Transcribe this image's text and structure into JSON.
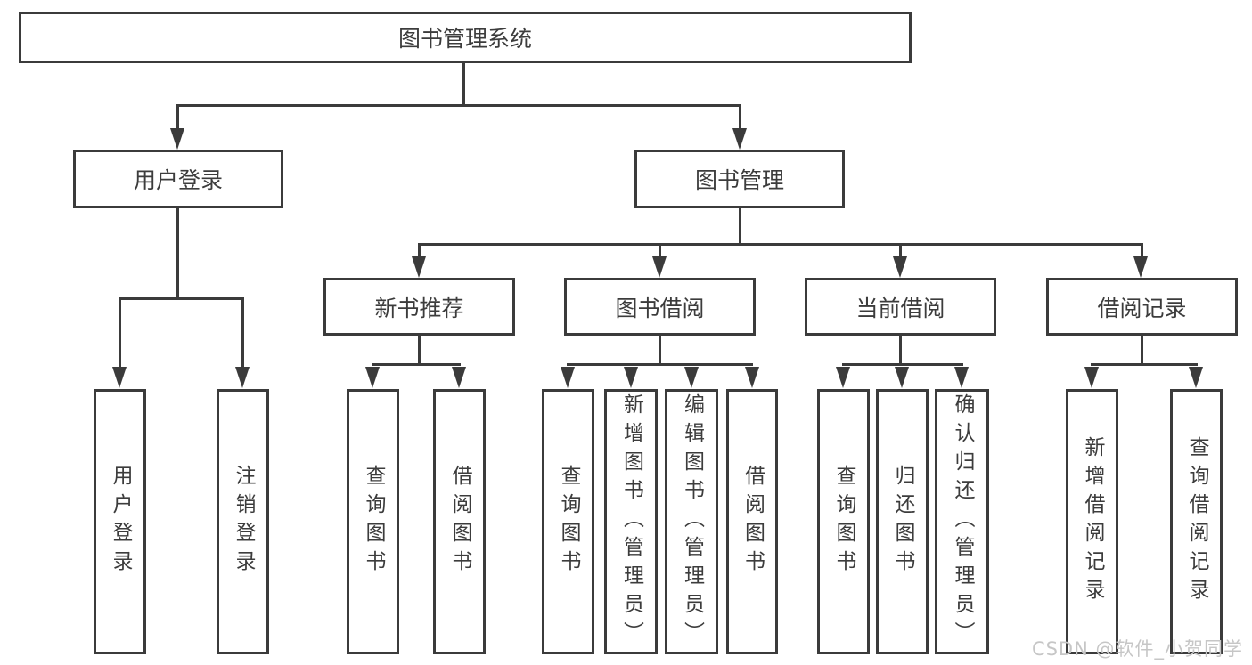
{
  "tree": {
    "root": "图书管理系统",
    "l2": {
      "user_login": "用户登录",
      "book_mgmt": "图书管理"
    },
    "l3": {
      "new_books": "新书推荐",
      "book_borrow": "图书借阅",
      "current_borrow": "当前借阅",
      "borrow_records": "借阅记录"
    },
    "leaves": {
      "login": "用户登录",
      "logout": "注销登录",
      "nb_query": "查询图书",
      "nb_borrow": "借阅图书",
      "bb_query": "查询图书",
      "bb_add": "新增图书（管理员）",
      "bb_edit": "编辑图书（管理员）",
      "bb_borrow": "借阅图书",
      "cb_query": "查询图书",
      "cb_return": "归还图书",
      "cb_confirm": "确认归还（管理员）",
      "br_add": "新增借阅记录",
      "br_query": "查询借阅记录"
    }
  },
  "watermark": "CSDN @软件_小贺同学",
  "colors": {
    "line": "#3b3b3b",
    "text": "#3c3c3c",
    "watermark": "#c6c6c6",
    "background": "#ffffff"
  }
}
